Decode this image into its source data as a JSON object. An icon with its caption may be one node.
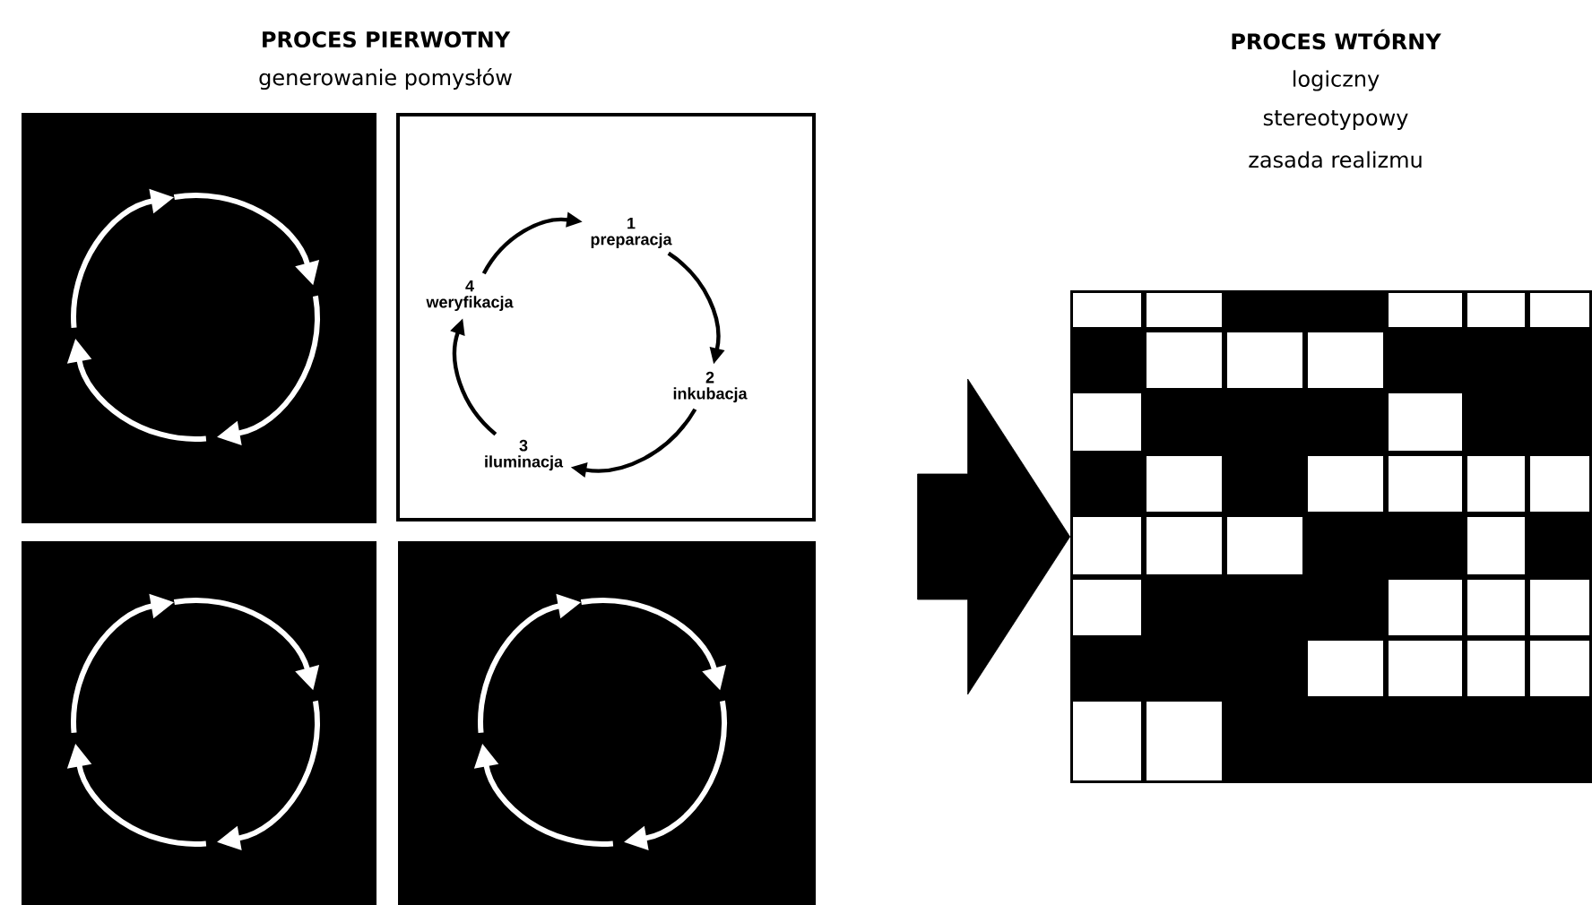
{
  "diagram": {
    "nodes": [
      {
        "text": [],
        "shape": "box"
      },
      {
        "text": [
          "1",
          "preparacja"
        ],
        "in": 0
      },
      {
        "text": [
          "2",
          "inkubacja"
        ],
        "in": 0
      },
      {
        "text": [
          "3",
          "iluminacja"
        ],
        "in": 0
      },
      {
        "text": [
          "4",
          "weryfikacja"
        ],
        "in": 0
      },
      {
        "text": [],
        "shape": "box"
      },
      {
        "text": [],
        "shape": "box"
      },
      {
        "text": [],
        "shape": "box"
      },
      {
        "text": [],
        "shape": "box"
      }
    ],
    "edges": [
      {
        "from": 4,
        "to": 1,
        "arrow": "to"
      },
      {
        "from": 1,
        "to": 2,
        "arrow": "to"
      },
      {
        "from": 2,
        "to": 3,
        "arrow": "to"
      },
      {
        "from": 3,
        "to": 4,
        "arrow": "to"
      },
      {
        "from": null,
        "to": 8,
        "arrow": "to",
        "style": "thick"
      }
    ],
    "labels": [
      "PROCES PIERWOTNY",
      "generowanie pomysłów",
      "PROCES WTÓRNY",
      "logiczny",
      "stereotypowy",
      "zasada realizmu"
    ]
  }
}
